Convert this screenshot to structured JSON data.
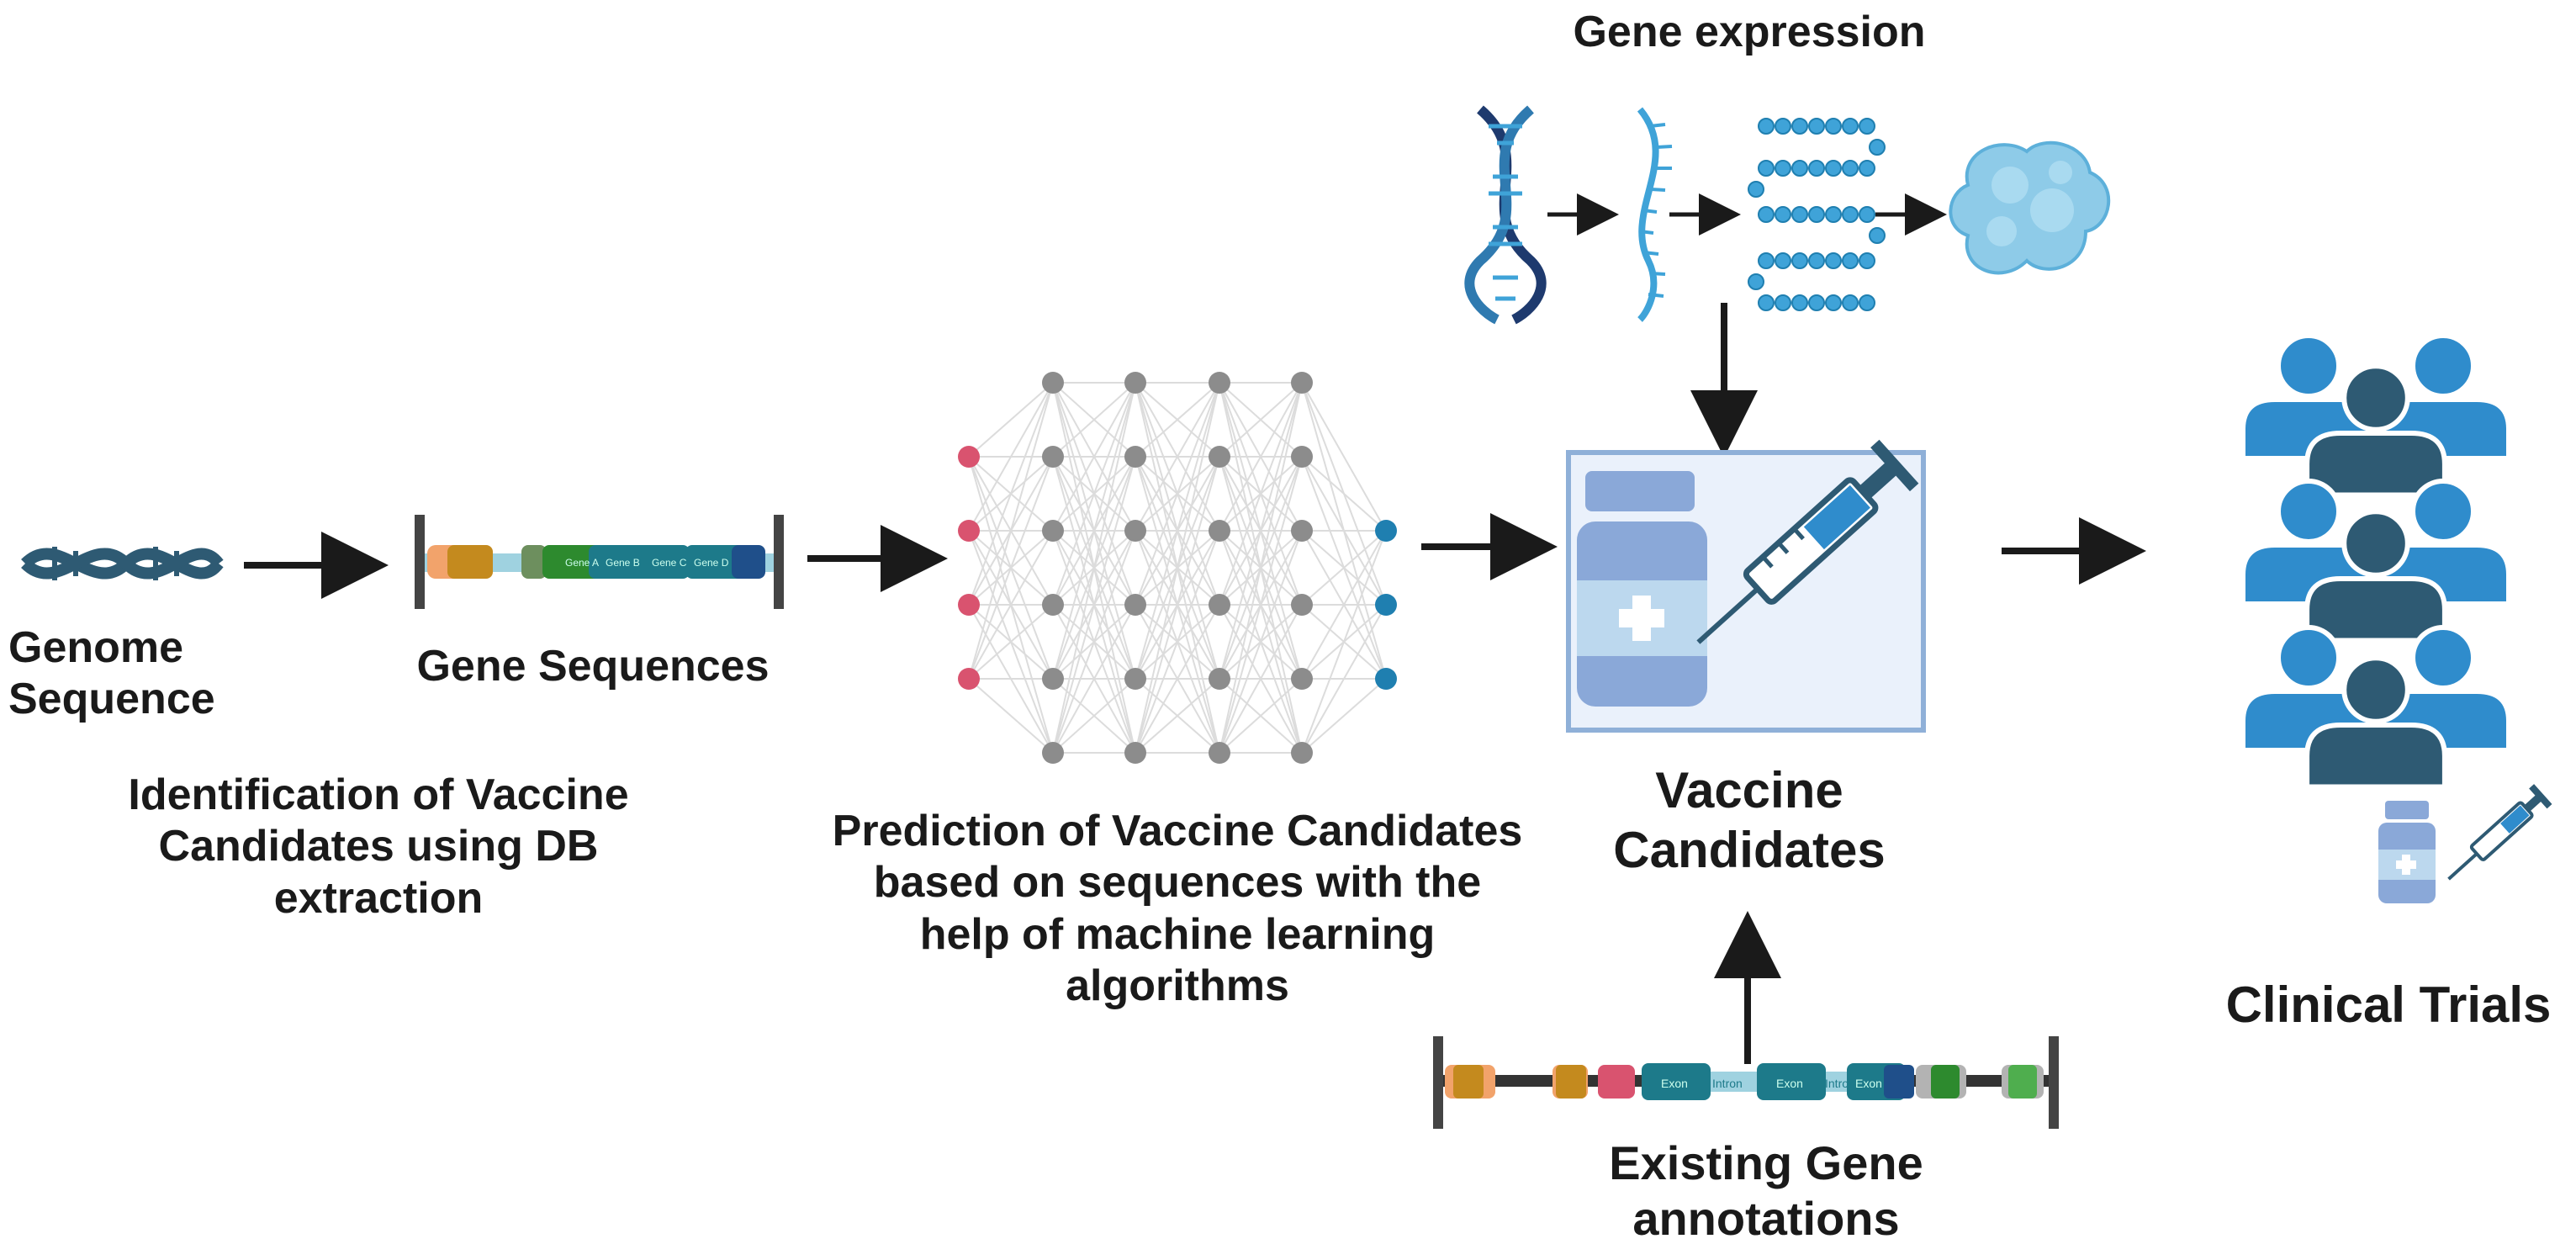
{
  "labels": {
    "genome": [
      "Genome",
      "Sequence"
    ],
    "gene_sequences": "Gene Sequences",
    "identification": [
      "Identification of Vaccine",
      "Candidates using DB",
      "extraction"
    ],
    "prediction": [
      "Prediction of Vaccine Candidates",
      "based on sequences with the",
      "help of machine learning",
      "algorithms"
    ],
    "gene_expression": "Gene expression",
    "vaccine_candidates": [
      "Vaccine",
      "Candidates"
    ],
    "existing_annotations": [
      "Existing Gene",
      "annotations"
    ],
    "clinical_trials": "Clinical Trials"
  },
  "gene_strip_text": {
    "top_segments": [
      "Gene A",
      "Gene B",
      "Gene C",
      "Gene D"
    ],
    "bottom_segments": [
      "Exon",
      "Intron",
      "Exon",
      "Intron",
      "Exon"
    ]
  },
  "colors": {
    "dna_dark": "#1e3a6e",
    "dna_light": "#3fa3d8",
    "neuron_input": "#d9536f",
    "neuron_hidden": "#8c8c8c",
    "neuron_output": "#1f7fb0",
    "vaccine_frame": "#8fb0d8",
    "vaccine_bg": "#e8f0fa",
    "vial": "#7fa3d6",
    "people_light": "#2f8ccc",
    "people_dark": "#2e5a73",
    "arrow": "#1a1a1a"
  },
  "icons": [
    "dna-icon",
    "mrna-icon",
    "polypeptide-icon",
    "protein-icon",
    "vaccine-vial-icon",
    "syringe-icon",
    "people-icon",
    "neural-network-icon"
  ]
}
